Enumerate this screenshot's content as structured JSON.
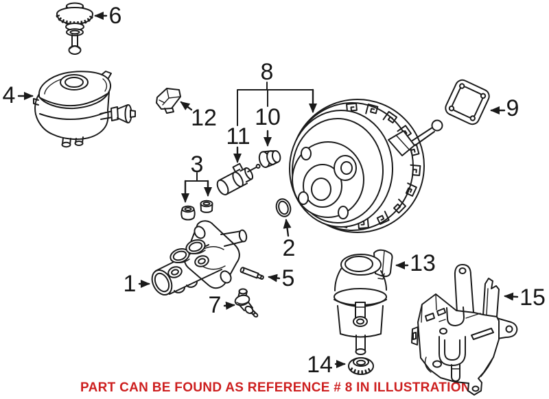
{
  "diagram": {
    "background": "#ffffff",
    "ink": "#1a1a1a",
    "note": {
      "text": "PART CAN BE FOUND AS REFERENCE # 8 IN ILLUSTRATION",
      "color": "#cd1f1f"
    },
    "callouts": [
      {
        "ref": "1"
      },
      {
        "ref": "2"
      },
      {
        "ref": "3"
      },
      {
        "ref": "4"
      },
      {
        "ref": "5"
      },
      {
        "ref": "6"
      },
      {
        "ref": "7"
      },
      {
        "ref": "8"
      },
      {
        "ref": "9"
      },
      {
        "ref": "10"
      },
      {
        "ref": "11"
      },
      {
        "ref": "12"
      },
      {
        "ref": "13"
      },
      {
        "ref": "14"
      },
      {
        "ref": "15"
      }
    ]
  }
}
